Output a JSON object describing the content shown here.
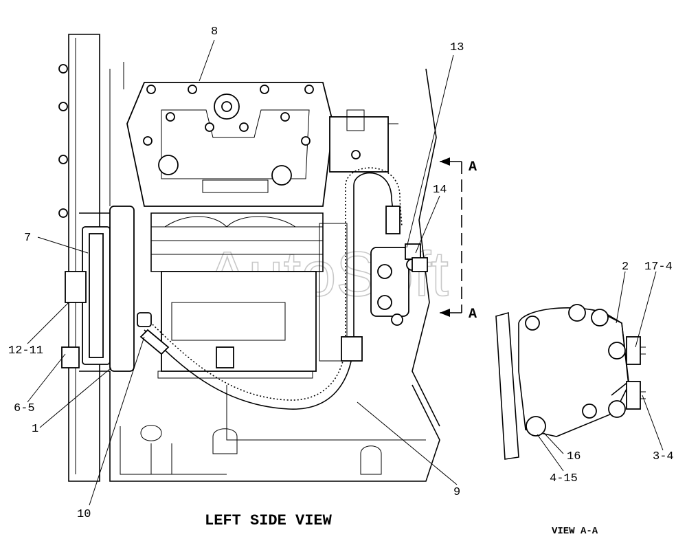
{
  "watermark": "AutoSoft",
  "captions": {
    "main_view": "LEFT SIDE VIEW",
    "detail_view": "VIEW A-A",
    "section_mark_top": "A",
    "section_mark_bottom": "A"
  },
  "callouts": {
    "c1": "1",
    "c2": "2",
    "c3_4": "3-4",
    "c4_15": "4-15",
    "c6_5": "6-5",
    "c7": "7",
    "c8": "8",
    "c9": "9",
    "c10": "10",
    "c12_11": "12-11",
    "c13": "13",
    "c14": "14",
    "c16": "16",
    "c17_4": "17-4"
  }
}
